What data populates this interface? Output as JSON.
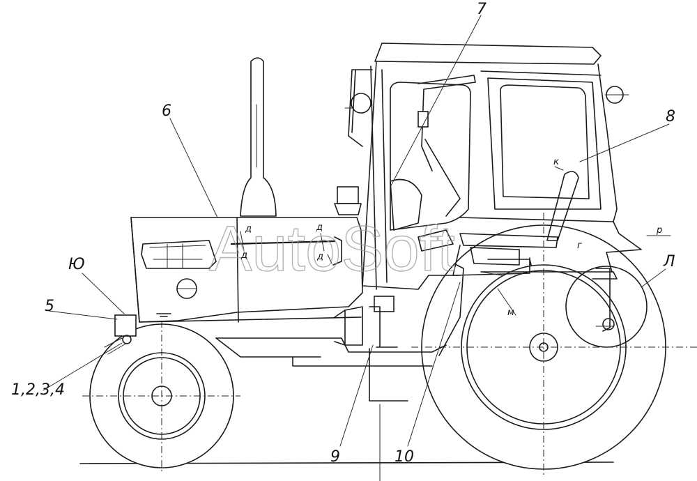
{
  "watermark": "AutoSoft",
  "callouts": {
    "c6": "6",
    "c7": "7",
    "c8": "8",
    "cL": "Л",
    "cYu": "Ю",
    "c5": "5",
    "c1234": "1,2,3,4",
    "c9": "9",
    "c10": "10"
  },
  "letters": {
    "p": "р",
    "k": "к",
    "g": "г",
    "m": "м",
    "d1": "д",
    "d2": "д",
    "d3": "д",
    "d4": "д"
  }
}
